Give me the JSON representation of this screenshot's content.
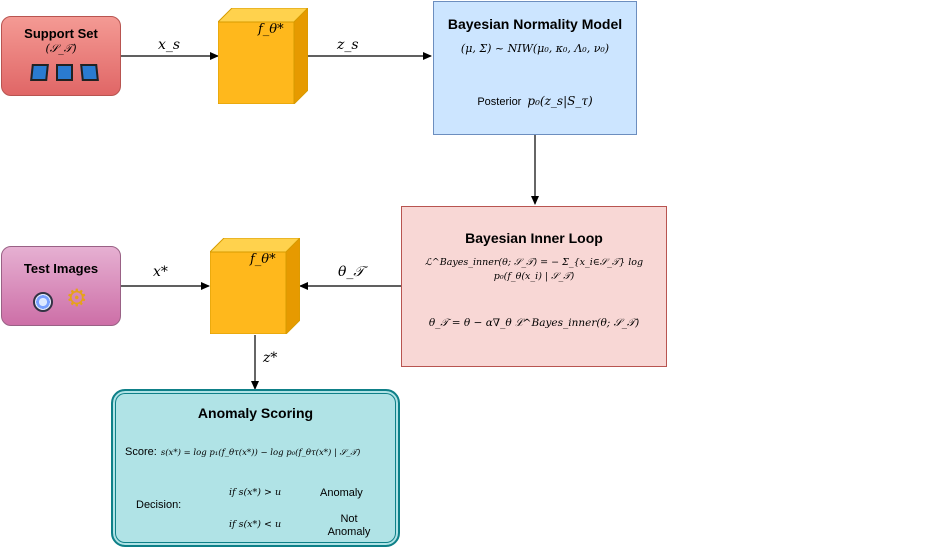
{
  "support_set": {
    "title": "Support Set",
    "subtitle": "(𝒮_𝒯)"
  },
  "test_images": {
    "title": "Test Images"
  },
  "encoder_top": {
    "label": "f_θ*"
  },
  "encoder_bottom": {
    "label": "f_θ*"
  },
  "edges": {
    "x_s": "x_s",
    "z_s": "z_s",
    "x_star": "x*",
    "theta_T": "θ_𝒯",
    "z_star": "z*"
  },
  "normality_model": {
    "title": "Bayesian Normality Model",
    "prior": "(μ, Σ) ~ NIW(μ₀, κ₀, Λ₀, ν₀)",
    "posterior_prefix": "Posterior",
    "posterior": "p₀(z_s|S_τ)"
  },
  "inner_loop": {
    "title": "Bayesian Inner Loop",
    "loss": "ℒ^Bayes_inner(θ; 𝒮_𝒯) = − Σ_{x_i∈𝒮_𝒯} log p₀(f_θ(x_i) | 𝒮_𝒯)",
    "update": "θ_𝒯 = θ − α∇_θ ℒ^Bayes_inner(θ; 𝒮_𝒯)"
  },
  "anomaly_scoring": {
    "title": "Anomaly Scoring",
    "score_prefix": "Score:",
    "score": "s(x*) = log p₁(f_θτ(x*)) − log p₀(f_θτ(x*) | 𝒮_𝒯)",
    "decision_label": "Decision:",
    "cond_high": "if s(x*) > u",
    "out_high": "Anomaly",
    "cond_low": "if s(x*) < u",
    "out_low_line1": "Not",
    "out_low_line2": "Anomaly"
  },
  "colors": {
    "support_fill": "#f08080",
    "test_fill": "#d98bb8",
    "cube_fill": "#ffb81c",
    "blue_fill": "#cce5ff",
    "red_fill": "#f8d7d5",
    "teal_fill": "#b0e3e6"
  }
}
